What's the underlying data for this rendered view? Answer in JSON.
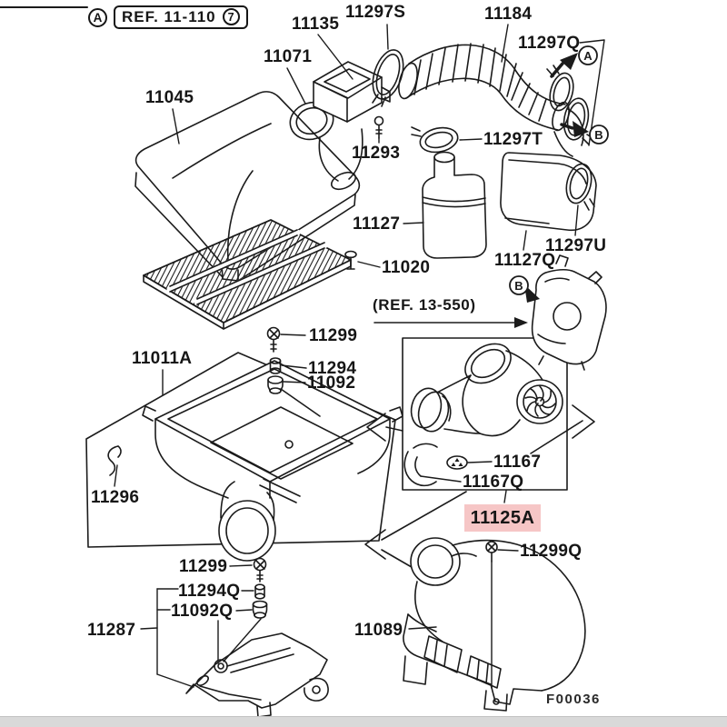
{
  "diagram": {
    "type": "exploded-parts-diagram",
    "subject": "air cleaner and intake system",
    "figure_code": "F00036",
    "background_color": "#ffffff",
    "line_color": "#1b1b1b",
    "highlight_color": "#f6c6c6",
    "bottom_bar_color": "#d9d9d9",
    "top_reference": {
      "marker": "A",
      "label": "REF. 11-110",
      "number": "7"
    },
    "mid_reference": {
      "label": "(REF. 13-550)"
    },
    "markers": {
      "a_right": "A",
      "b_right": "B",
      "b_mid": "B"
    },
    "highlighted_part": "11125A"
  },
  "part_labels": {
    "p11045": "11045",
    "p11071": "11071",
    "p11135": "11135",
    "p11297S": "11297S",
    "p11184": "11184",
    "p11297Q": "11297Q",
    "p11293": "11293",
    "p11297T": "11297T",
    "p11127": "11127",
    "p11020": "11020",
    "p11127Q": "11127Q",
    "p11297U": "11297U",
    "p11299_top": "11299",
    "p11011A": "11011A",
    "p11294": "11294",
    "p11092": "11092",
    "p11296": "11296",
    "p11167": "11167",
    "p11167Q": "11167Q",
    "p11125A": "11125A",
    "p11299Q": "11299Q",
    "p11299_bottom": "11299",
    "p11294Q": "11294Q",
    "p11092Q": "11092Q",
    "p11287": "11287",
    "p11089": "11089"
  }
}
